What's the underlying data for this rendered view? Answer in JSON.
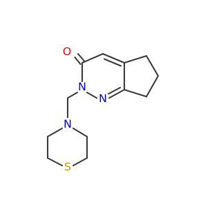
{
  "structure": {
    "atoms": {
      "oxygen": "O",
      "n_ring_2": "N",
      "n_ring_1": "N",
      "n_amine": "N",
      "sulfur": "S"
    },
    "colors": {
      "bond": "#3a3a3a",
      "oxygen": "#ff0000",
      "nitrogen": "#0000ff",
      "sulfur": "#b8a000"
    }
  }
}
